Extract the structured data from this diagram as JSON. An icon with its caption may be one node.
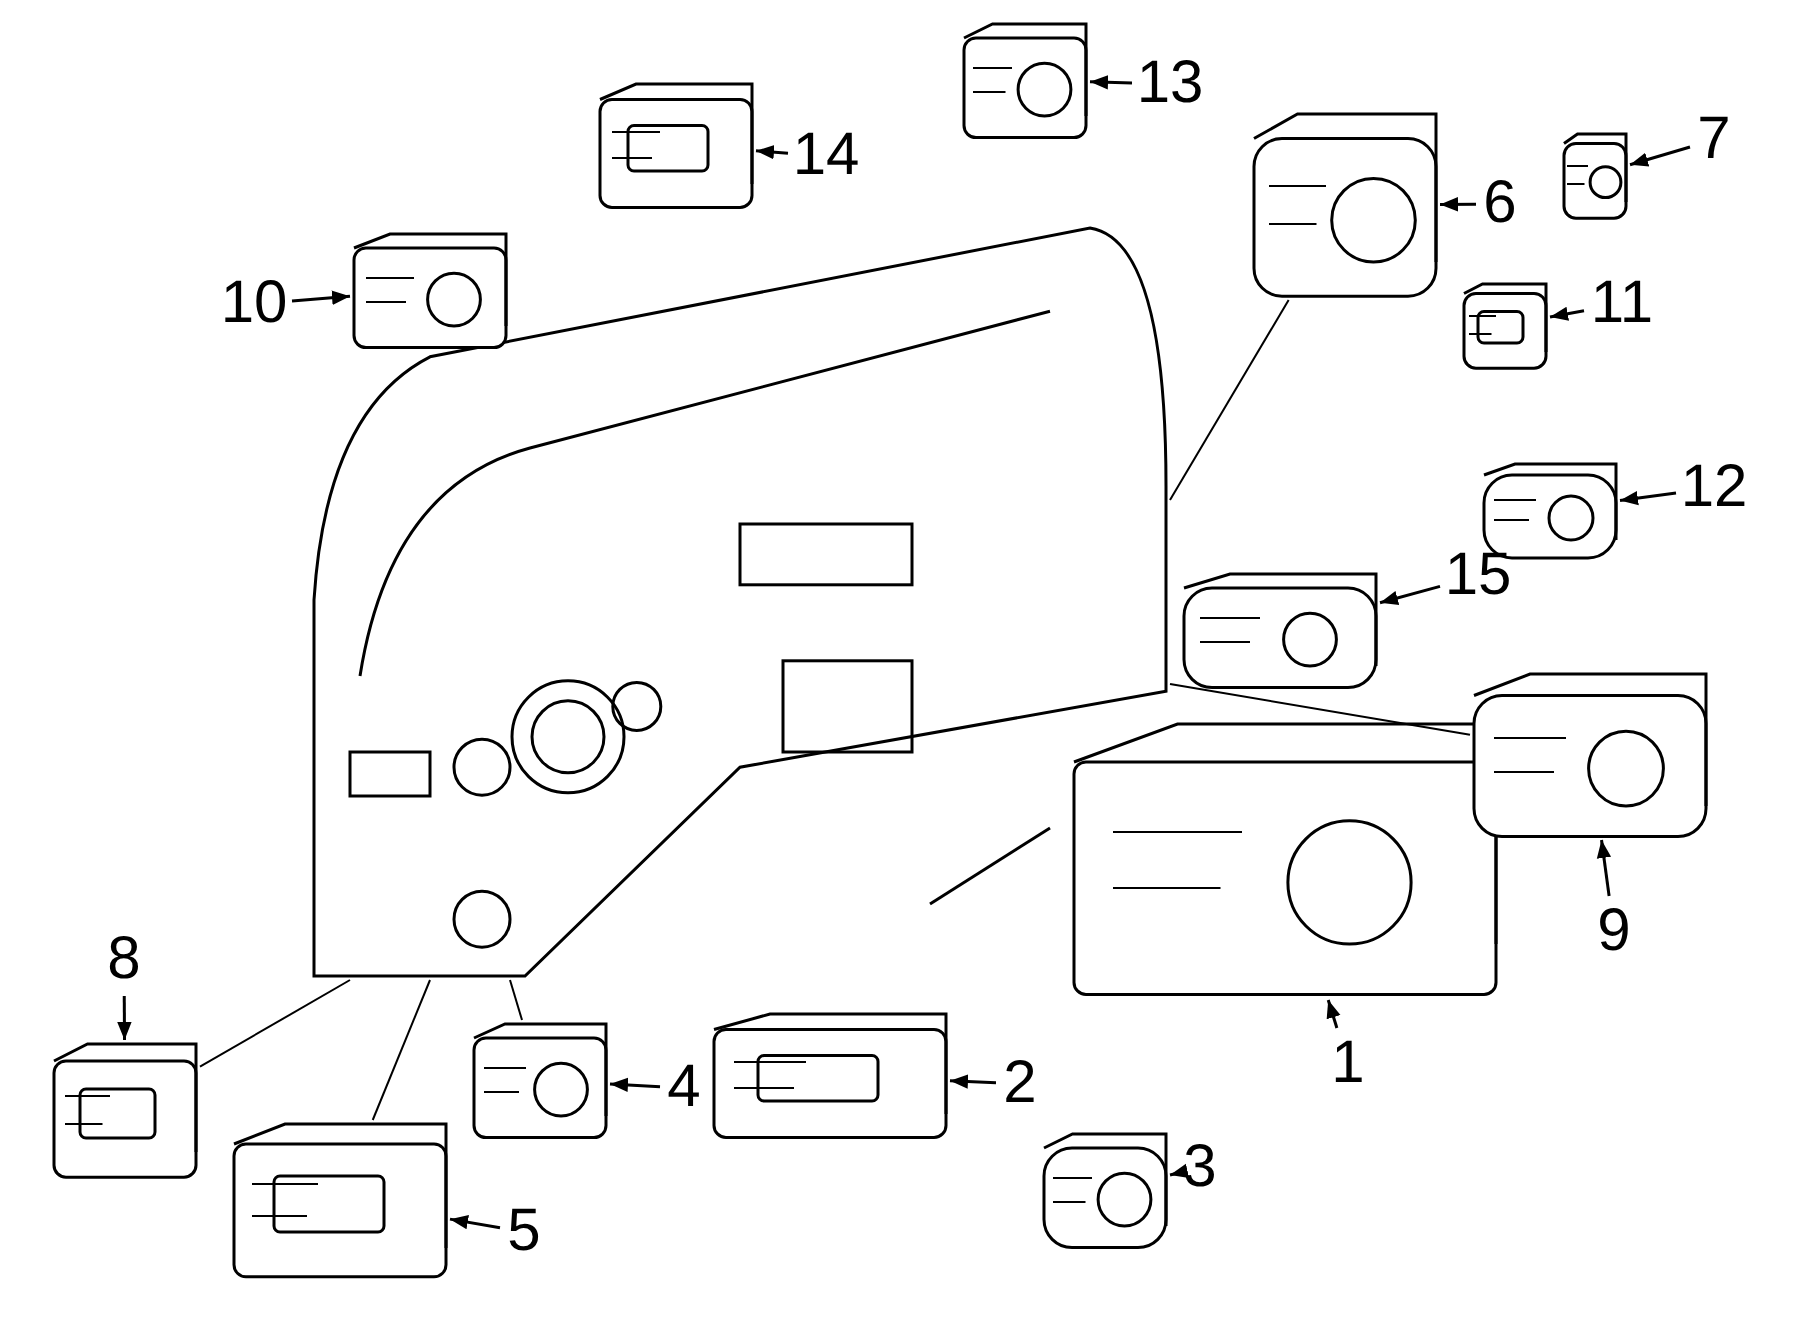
{
  "diagram": {
    "nodes": [
      {
        "text": [],
        "shape": "picture"
      },
      {
        "text": [],
        "shape": "picture"
      },
      {
        "text": [],
        "shape": "picture"
      },
      {
        "text": [],
        "shape": "picture"
      },
      {
        "text": [],
        "shape": "picture"
      },
      {
        "text": [],
        "shape": "picture"
      },
      {
        "text": [],
        "shape": "picture"
      },
      {
        "text": [],
        "shape": "picture"
      },
      {
        "text": [],
        "shape": "picture"
      },
      {
        "text": [],
        "shape": "picture"
      },
      {
        "text": [],
        "shape": "picture"
      },
      {
        "text": [],
        "shape": "picture"
      },
      {
        "text": [],
        "shape": "picture"
      },
      {
        "text": [],
        "shape": "picture"
      },
      {
        "text": [],
        "shape": "picture"
      },
      {
        "text": [],
        "shape": "picture"
      },
      {
        "text": [
          "1"
        ]
      },
      {
        "text": [
          "2"
        ]
      },
      {
        "text": [
          "3"
        ]
      },
      {
        "text": [
          "4"
        ]
      },
      {
        "text": [
          "5"
        ]
      },
      {
        "text": [
          "6"
        ]
      },
      {
        "text": [
          "7"
        ]
      },
      {
        "text": [
          "8"
        ]
      },
      {
        "text": [
          "9"
        ]
      },
      {
        "text": [
          "10"
        ]
      },
      {
        "text": [
          "11"
        ]
      },
      {
        "text": [
          "12"
        ]
      },
      {
        "text": [
          "13"
        ]
      },
      {
        "text": [
          "14"
        ]
      },
      {
        "text": [
          "15"
        ]
      }
    ],
    "edges": [
      {
        "from": 16,
        "to": 1,
        "arrow": "to"
      },
      {
        "from": 17,
        "to": 2,
        "arrow": "to"
      },
      {
        "from": 18,
        "to": 3,
        "arrow": "to"
      },
      {
        "from": 19,
        "to": 4,
        "arrow": "to"
      },
      {
        "from": 20,
        "to": 5,
        "arrow": "to"
      },
      {
        "from": 21,
        "to": 6,
        "arrow": "to"
      },
      {
        "from": 22,
        "to": 7,
        "arrow": "to"
      },
      {
        "from": 23,
        "to": 8,
        "arrow": "to"
      },
      {
        "from": 24,
        "to": 9,
        "arrow": "to"
      },
      {
        "from": 25,
        "to": 10,
        "arrow": "to"
      },
      {
        "from": 26,
        "to": 11,
        "arrow": "to"
      },
      {
        "from": 27,
        "to": 12,
        "arrow": "to"
      },
      {
        "from": 28,
        "to": 13,
        "arrow": "to"
      },
      {
        "from": 29,
        "to": 14,
        "arrow": "to"
      },
      {
        "from": 30,
        "to": 15,
        "arrow": "to"
      },
      {
        "from": 0,
        "to": 6,
        "arrow": "none"
      },
      {
        "from": 0,
        "to": 9,
        "arrow": "none"
      },
      {
        "from": 0,
        "to": 8,
        "arrow": "none"
      },
      {
        "from": 0,
        "to": 5,
        "arrow": "none"
      },
      {
        "from": 0,
        "to": 4,
        "arrow": "none"
      }
    ]
  }
}
